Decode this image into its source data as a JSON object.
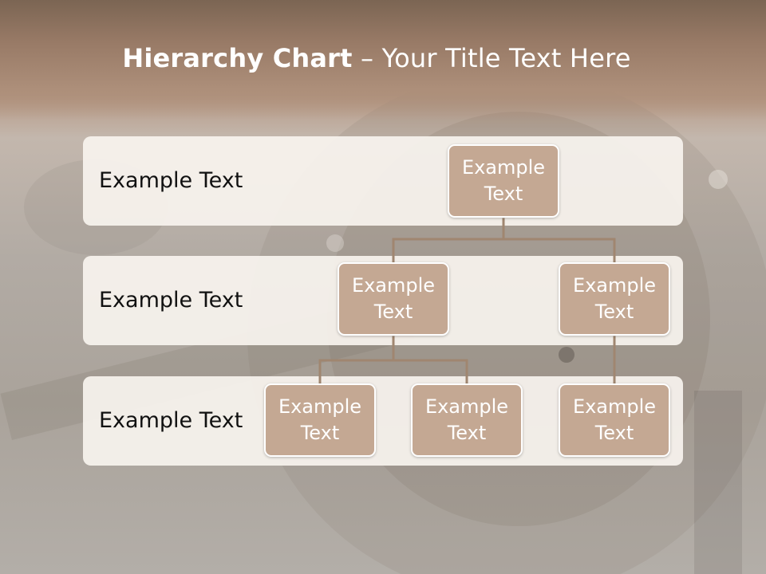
{
  "slide": {
    "title": {
      "bold": "Hierarchy Chart",
      "separator": " – ",
      "rest": "Your Title Text Here"
    },
    "levels": [
      {
        "label": "Example Text"
      },
      {
        "label": "Example Text"
      },
      {
        "label": "Example Text"
      }
    ],
    "nodes": {
      "root": {
        "line1": "Example",
        "line2": "Text"
      },
      "level2_left": {
        "line1": "Example",
        "line2": "Text"
      },
      "level2_right": {
        "line1": "Example",
        "line2": "Text"
      },
      "level3_a": {
        "line1": "Example",
        "line2": "Text"
      },
      "level3_b": {
        "line1": "Example",
        "line2": "Text"
      },
      "level3_c": {
        "line1": "Example",
        "line2": "Text"
      }
    },
    "colors": {
      "node_fill": "#c4a893",
      "node_border": "#ffffff",
      "connector": "#a08670",
      "band_fill": "#f7f3ee",
      "title_bar": "#9c7d67"
    }
  }
}
